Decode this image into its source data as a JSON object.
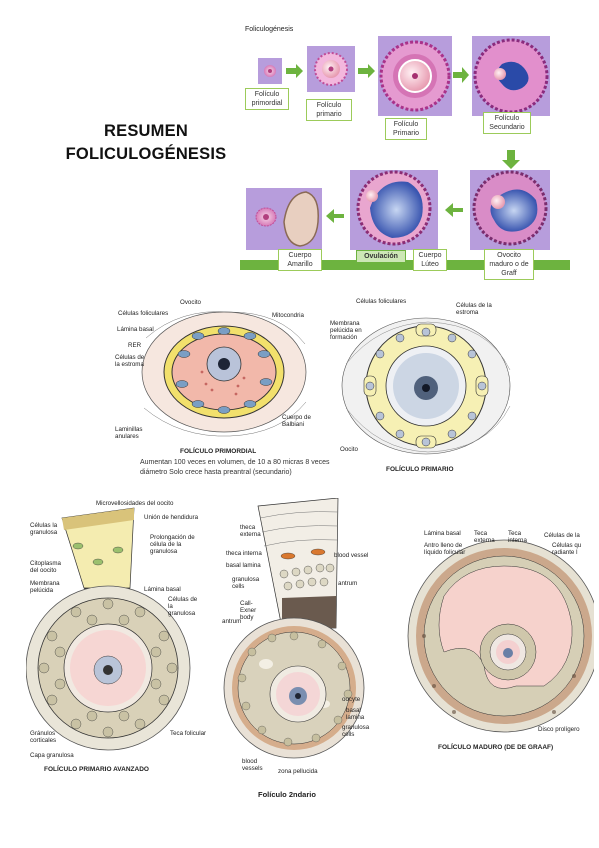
{
  "title_line1": "RESUMEN",
  "title_line2": "FOLICULOGÉNESIS",
  "flow": {
    "heading": "Foliculogénesis",
    "stages": [
      "Folículo primordial",
      "Folículo primario",
      "Folículo Primario",
      "Folículo Secundario",
      "Ovocito maduro o de Graff",
      "Cuerpo Lúteo",
      "Cuerpo Amarillo"
    ],
    "ovulation": "Ovulación",
    "colors": {
      "green": "#6db33f",
      "box": "#c8b6e2",
      "follicle": "#e8a0d0"
    }
  },
  "primordial": {
    "labels": [
      "Células foliculares",
      "Ovocito",
      "Lámina basal",
      "Mitocondria",
      "RER",
      "Células de la estroma",
      "Cuerpo de Balbiani",
      "Laminillas anulares"
    ],
    "caption": "FOLÍCULO PRIMORDIAL",
    "note": "Aumentan 100 veces en volumen, de 10 a 80 micras 8 veces diámetro Solo crece hasta preantral (secundario)"
  },
  "primario": {
    "labels": [
      "Células foliculares",
      "Células de la estroma",
      "Membrana pelúcida en formación",
      "Oocito"
    ],
    "caption": "FOLÍCULO PRIMARIO"
  },
  "avanzado": {
    "labels": [
      "Microvellosidades del oocito",
      "Células la granulosa",
      "Unión de hendidura",
      "Prolongación de célula de la granulosa",
      "Citoplasma del oocito",
      "Membrana pelúcida",
      "Lámina basal",
      "Células de la granulosa",
      "Gránulos corticales",
      "Capa granulosa",
      "Teca folicular"
    ],
    "caption": "FOLÍCULO PRIMARIO AVANZADO"
  },
  "secundario": {
    "labels": [
      "theca externa",
      "theca interna",
      "blood vessel",
      "basal lamina",
      "granulosa cells",
      "antrum",
      "Call-Exner body",
      "antrum",
      "oocyte",
      "basal lamina",
      "granulosa cells",
      "blood vessels",
      "zona pellucida"
    ],
    "caption": "Folículo 2ndario"
  },
  "maduro": {
    "labels": [
      "Lámina basal",
      "Teca externa",
      "Teca interna",
      "Células de la",
      "Antro lleno de líquido folicular",
      "Células qu radiante l",
      "Disco prolígero"
    ],
    "caption": "FOLÍCULO MADURO (DE DE GRAAF)"
  }
}
